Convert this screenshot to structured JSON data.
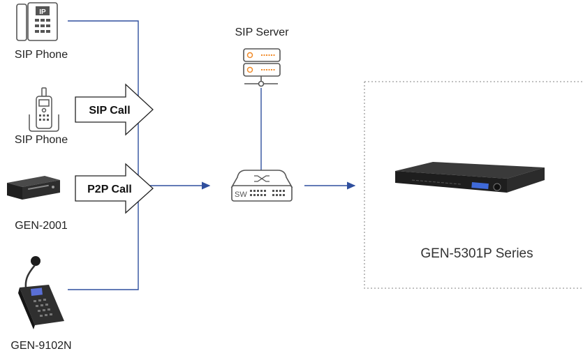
{
  "devices": {
    "sip_phone_1": "SIP Phone",
    "sip_phone_2": "SIP Phone",
    "gen_2001": "GEN-2001",
    "gen_9102n": "GEN-9102N",
    "sip_server": "SIP Server",
    "switch_label": "SW",
    "target": "GEN-5301P Series"
  },
  "calls": {
    "sip_call": "SIP Call",
    "p2p_call": "P2P Call"
  },
  "ip_phone_badge": "IP",
  "colors": {
    "link_line": "#2f4f9e",
    "server_accent": "#f08a28",
    "outline": "#555555",
    "dotted_box": "#9a9a9a"
  }
}
